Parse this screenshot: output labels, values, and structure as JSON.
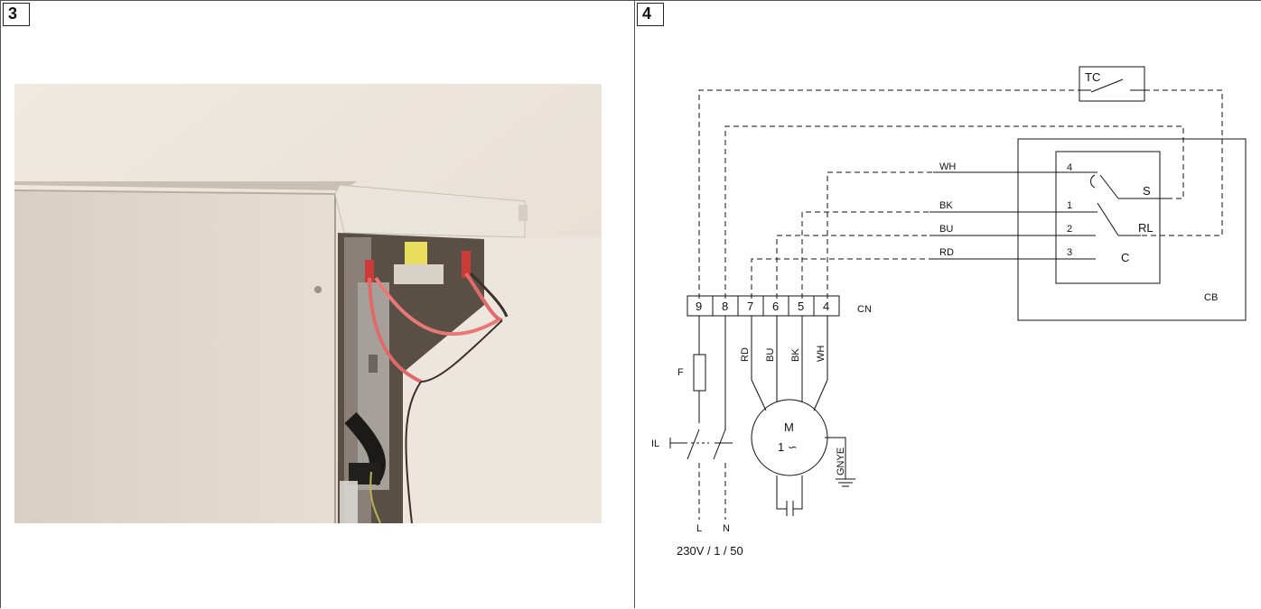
{
  "panels": {
    "left_number": "3",
    "right_number": "4"
  },
  "diagram": {
    "thermostat": "TC",
    "control_box": "CB",
    "terminal_block": "CN",
    "terminals": [
      "9",
      "8",
      "7",
      "6",
      "5",
      "4"
    ],
    "cb_pins": [
      "4",
      "1",
      "2",
      "3"
    ],
    "cb_contacts": [
      "S",
      "RL",
      "C"
    ],
    "wire_colors_horizontal": [
      "WH",
      "BK",
      "BU",
      "RD"
    ],
    "wire_colors_vertical": [
      "RD",
      "BU",
      "BK",
      "WH"
    ],
    "fuse": "F",
    "isolator": "IL",
    "motor_label": "M",
    "motor_phase": "1 ∽",
    "earth": "GNYE",
    "live": "L",
    "neutral": "N",
    "supply": "230V / 1 / 50"
  }
}
